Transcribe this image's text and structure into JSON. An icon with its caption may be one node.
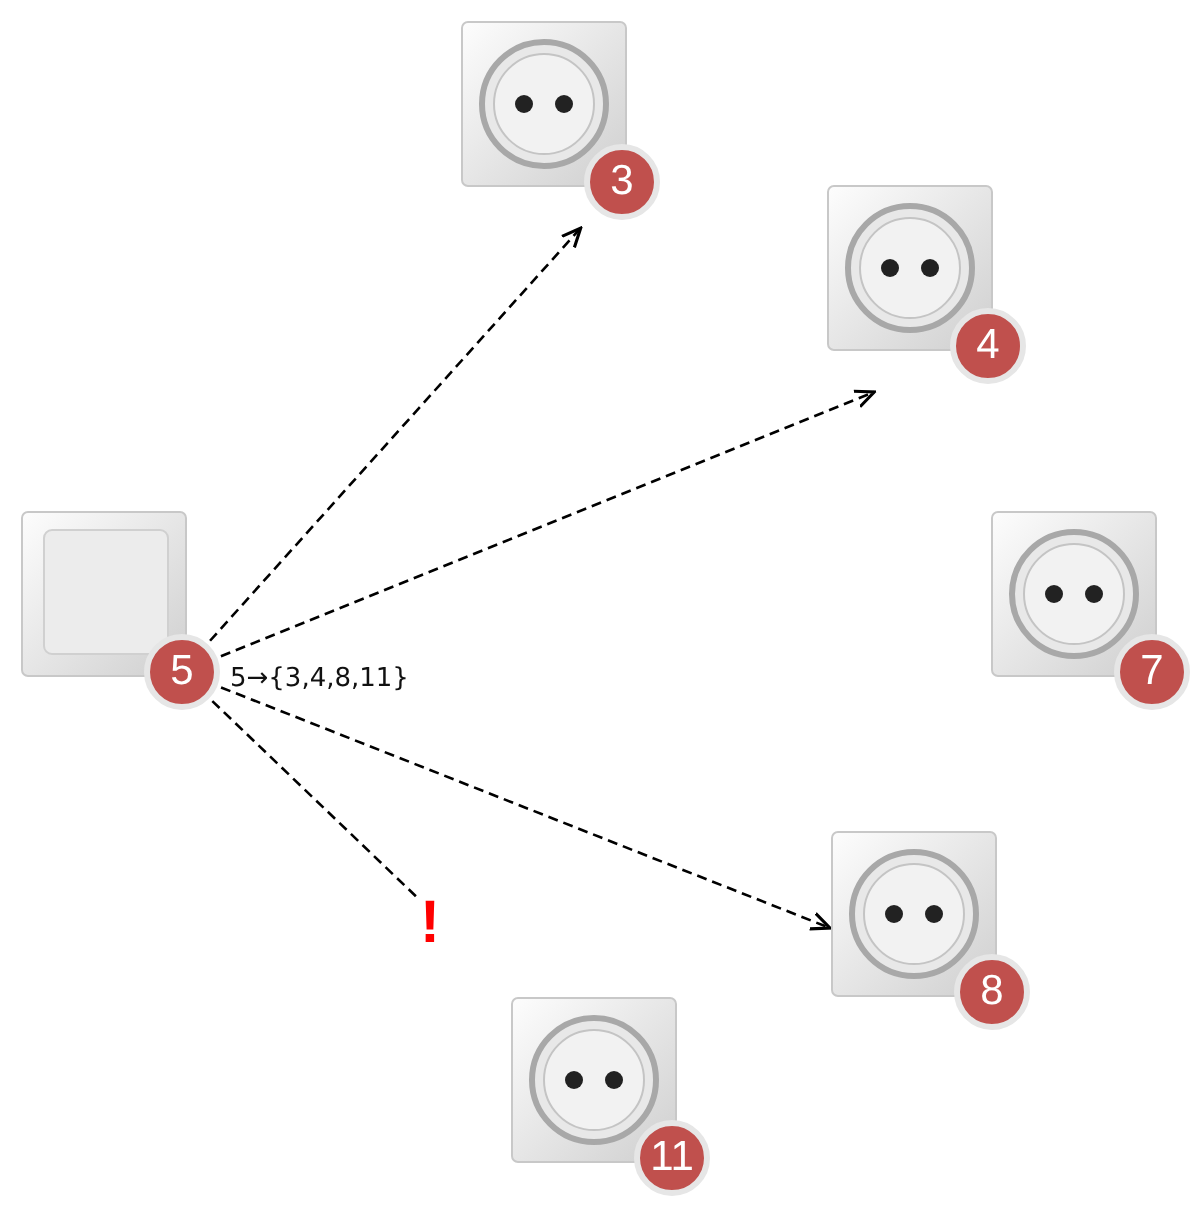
{
  "diagram": {
    "nodes": [
      {
        "text": [
          "3"
        ]
      },
      {
        "text": [
          "4"
        ]
      },
      {
        "text": [
          "5"
        ]
      },
      {
        "text": [
          "7"
        ]
      },
      {
        "text": [
          "8"
        ]
      },
      {
        "text": [
          "!"
        ]
      },
      {
        "text": [
          "11"
        ]
      }
    ],
    "edges": [
      {
        "from": 2,
        "to": 0,
        "arrow": "to",
        "style": "dashed"
      },
      {
        "from": 2,
        "to": 1,
        "arrow": "to",
        "style": "dashed"
      },
      {
        "from": 2,
        "to": 4,
        "arrow": "to",
        "style": "dashed"
      },
      {
        "from": 2,
        "to": 5,
        "arrow": "none",
        "style": "dashed"
      }
    ],
    "labels": [
      "5→{3,4,8,11}"
    ]
  }
}
